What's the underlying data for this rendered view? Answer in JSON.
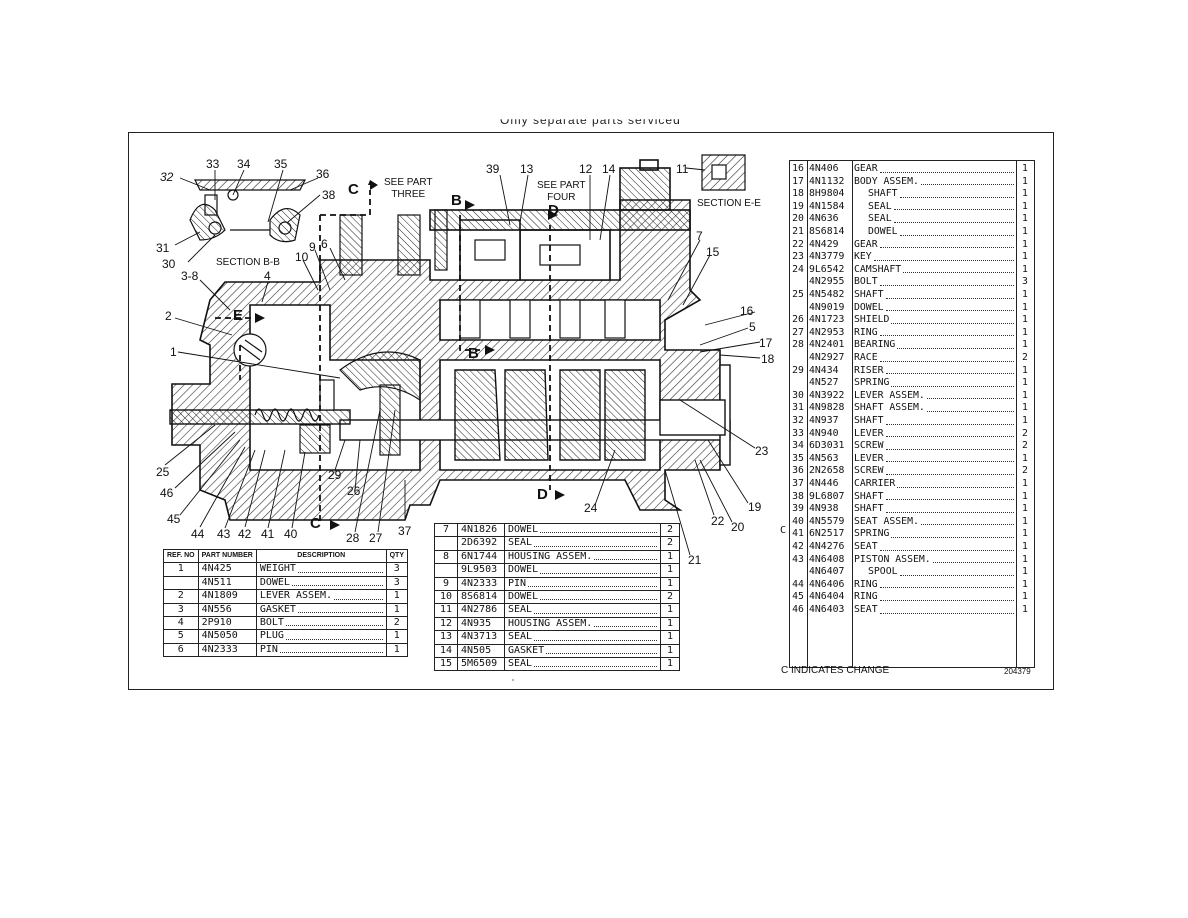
{
  "header": {
    "caption": "Only separate parts serviced"
  },
  "callouts": {
    "n33": "33",
    "n34": "34",
    "n35": "35",
    "n32": "32",
    "n36": "36",
    "n38": "38",
    "n31": "31",
    "n30": "30",
    "section_bb": "SECTION B-B",
    "n3_8": "3-8",
    "n4": "4",
    "n2": "2",
    "n1": "1",
    "n10": "10",
    "n9": "9",
    "n6": "6",
    "n39": "39",
    "n13": "13",
    "n12": "12",
    "n14": "14",
    "n11": "11",
    "see_part_three": "SEE PART\nTHREE",
    "see_part_four": "SEE PART\nFOUR",
    "section_ee": "SECTION E-E",
    "n7": "7",
    "n15": "15",
    "n16": "16",
    "n5": "5",
    "n17": "17",
    "n18": "18",
    "n23": "23",
    "n19": "19",
    "n20": "20",
    "n22": "22",
    "n21": "21",
    "n24": "24",
    "n25": "25",
    "n46": "46",
    "n45": "45",
    "n44": "44",
    "n43": "43",
    "n42": "42",
    "n41": "41",
    "n40": "40",
    "n29": "29",
    "n26": "26",
    "n28": "28",
    "n27": "27",
    "n37": "37",
    "letter_c": "C",
    "letter_b": "B",
    "letter_d": "D",
    "letter_e": "E"
  },
  "table1": {
    "headers": {
      "ref": "REF. NO",
      "part": "PART NUMBER",
      "desc": "DESCRIPTION",
      "qty": "QTY"
    },
    "rows": [
      {
        "ref": "1",
        "part": "4N425",
        "desc": "WEIGHT",
        "qty": "3"
      },
      {
        "ref": "",
        "part": "4N511",
        "desc": "DOWEL",
        "qty": "3"
      },
      {
        "ref": "2",
        "part": "4N1809",
        "desc": "LEVER ASSEM.",
        "qty": "1"
      },
      {
        "ref": "3",
        "part": "4N556",
        "desc": "GASKET",
        "qty": "1"
      },
      {
        "ref": "4",
        "part": "2P910",
        "desc": "BOLT",
        "qty": "2"
      },
      {
        "ref": "5",
        "part": "4N5050",
        "desc": "PLUG",
        "qty": "1"
      },
      {
        "ref": "6",
        "part": "4N2333",
        "desc": "PIN",
        "qty": "1"
      }
    ]
  },
  "table2": {
    "rows": [
      {
        "ref": "7",
        "part": "4N1826",
        "desc": "DOWEL",
        "qty": "2"
      },
      {
        "ref": "",
        "part": "2D6392",
        "desc": "SEAL",
        "qty": "2"
      },
      {
        "ref": "8",
        "part": "6N1744",
        "desc": "HOUSING ASSEM.",
        "qty": "1"
      },
      {
        "ref": "",
        "part": "9L9503",
        "desc": "DOWEL",
        "qty": "1"
      },
      {
        "ref": "9",
        "part": "4N2333",
        "desc": "PIN",
        "qty": "1"
      },
      {
        "ref": "10",
        "part": "8S6814",
        "desc": "DOWEL",
        "qty": "2"
      },
      {
        "ref": "11",
        "part": "4N2786",
        "desc": "SEAL",
        "qty": "1"
      },
      {
        "ref": "12",
        "part": "4N935",
        "desc": "HOUSING ASSEM.",
        "qty": "1"
      },
      {
        "ref": "13",
        "part": "4N3713",
        "desc": "SEAL",
        "qty": "1"
      },
      {
        "ref": "14",
        "part": "4N505",
        "desc": "GASKET",
        "qty": "1"
      },
      {
        "ref": "15",
        "part": "5M6509",
        "desc": "SEAL",
        "qty": "1"
      }
    ]
  },
  "table3": {
    "rows": [
      {
        "ref": "16",
        "part": "4N406",
        "desc": "GEAR",
        "qty": "1"
      },
      {
        "ref": "17",
        "part": "4N1132",
        "desc": "BODY ASSEM.",
        "qty": "1"
      },
      {
        "ref": "18",
        "part": "8H9804",
        "desc": "SHAFT",
        "qty": "1"
      },
      {
        "ref": "19",
        "part": "4N1584",
        "desc": "SEAL",
        "qty": "1"
      },
      {
        "ref": "20",
        "part": "4N636",
        "desc": "SEAL",
        "qty": "1"
      },
      {
        "ref": "21",
        "part": "8S6814",
        "desc": "DOWEL",
        "qty": "1"
      },
      {
        "ref": "22",
        "part": "4N429",
        "desc": "GEAR",
        "qty": "1"
      },
      {
        "ref": "23",
        "part": "4N3779",
        "desc": "KEY",
        "qty": "1"
      },
      {
        "ref": "24",
        "part": "9L6542",
        "desc": "CAMSHAFT",
        "qty": "1"
      },
      {
        "ref": "",
        "part": "4N2955",
        "desc": "BOLT",
        "qty": "3"
      },
      {
        "ref": "25",
        "part": "4N5482",
        "desc": "SHAFT",
        "qty": "1"
      },
      {
        "ref": "",
        "part": "4N9019",
        "desc": "DOWEL",
        "qty": "1"
      },
      {
        "ref": "26",
        "part": "4N1723",
        "desc": "SHIELD",
        "qty": "1"
      },
      {
        "ref": "27",
        "part": "4N2953",
        "desc": "RING",
        "qty": "1"
      },
      {
        "ref": "28",
        "part": "4N2401",
        "desc": "BEARING",
        "qty": "1"
      },
      {
        "ref": "",
        "part": "4N2927",
        "desc": "RACE",
        "qty": "2"
      },
      {
        "ref": "29",
        "part": "4N434",
        "desc": "RISER",
        "qty": "1"
      },
      {
        "ref": "",
        "part": "4N527",
        "desc": "SPRING",
        "qty": "1"
      },
      {
        "ref": "30",
        "part": "4N3922",
        "desc": "LEVER ASSEM.",
        "qty": "1"
      },
      {
        "ref": "31",
        "part": "4N9828",
        "desc": "SHAFT ASSEM.",
        "qty": "1"
      },
      {
        "ref": "32",
        "part": "4N937",
        "desc": "SHAFT",
        "qty": "1"
      },
      {
        "ref": "33",
        "part": "4N940",
        "desc": "LEVER",
        "qty": "2"
      },
      {
        "ref": "34",
        "part": "6D3031",
        "desc": "SCREW",
        "qty": "2"
      },
      {
        "ref": "35",
        "part": "4N563",
        "desc": "LEVER",
        "qty": "1"
      },
      {
        "ref": "36",
        "part": "2N2658",
        "desc": "SCREW",
        "qty": "2"
      },
      {
        "ref": "37",
        "part": "4N446",
        "desc": "CARRIER",
        "qty": "1"
      },
      {
        "ref": "38",
        "part": "9L6807",
        "desc": "SHAFT",
        "qty": "1"
      },
      {
        "ref": "39",
        "part": "4N938",
        "desc": "SHAFT",
        "qty": "1"
      },
      {
        "ref": "40",
        "part": "4N5579",
        "desc": "SEAT ASSEM.",
        "qty": "1"
      },
      {
        "ref": "41",
        "part": "6N2517",
        "desc": "SPRING",
        "qty": "1"
      },
      {
        "ref": "42",
        "part": "4N4276",
        "desc": "SEAT",
        "qty": "1"
      },
      {
        "ref": "43",
        "part": "4N6408",
        "desc": "PISTON ASSEM.",
        "qty": "1"
      },
      {
        "ref": "",
        "part": "4N6407",
        "desc": "SPOOL",
        "qty": "1"
      },
      {
        "ref": "44",
        "part": "4N6406",
        "desc": "RING",
        "qty": "1"
      },
      {
        "ref": "45",
        "part": "4N6404",
        "desc": "RING",
        "qty": "1"
      },
      {
        "ref": "46",
        "part": "4N6403",
        "desc": "SEAT",
        "qty": "1"
      }
    ],
    "change_marker": "C"
  },
  "footer": {
    "note": "C INDICATES CHANGE",
    "figure_no": "204379"
  }
}
